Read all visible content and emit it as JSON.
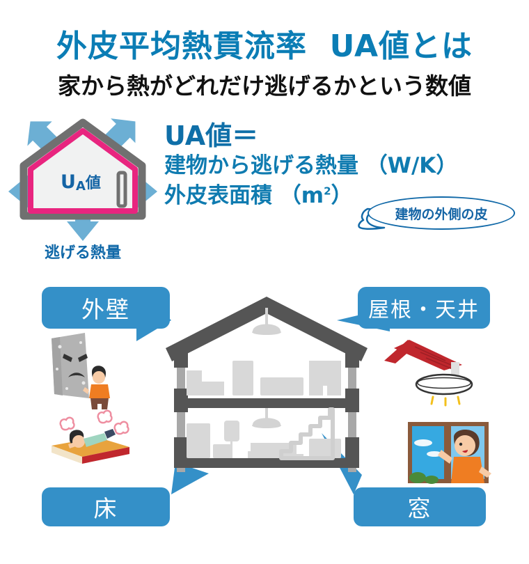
{
  "header": {
    "title": "外皮平均熱貫流率  UA値とは",
    "subtitle": "家から熱がどれだけ逃げるかという数値"
  },
  "formula": {
    "lhs": "UA値＝",
    "numerator": "建物から逃げる熱量 （W/K）",
    "denominator_text": "外皮表面積 （m",
    "denominator_sup": "2",
    "denominator_close": "）",
    "callout": "建物の外側の皮"
  },
  "house_icon": {
    "label": "UA値",
    "label_u": "U",
    "label_a": "A",
    "label_rest": "値",
    "caption": "逃げる熱量"
  },
  "diagram": {
    "labels": {
      "wall": "外壁",
      "roof": "屋根・天井",
      "floor": "床",
      "window": "窓"
    }
  },
  "colors": {
    "title_blue": "#0b7db5",
    "formula_blue": "#0f7bb0",
    "pill_blue": "#3490c8",
    "connector_blue": "#3490c8",
    "arrow_blue": "#6cafd4",
    "house_outline_pink": "#e8257f",
    "house_outline_gray": "#707070",
    "house_fill": "#f1f2f2",
    "structure_gray": "#555555",
    "furniture_gray": "#d8d8d8",
    "roof_red": "#c0272d",
    "person_orange": "#ef7d22",
    "sky_blue": "#36a9e1",
    "floor_wood": "#e8a33d"
  }
}
